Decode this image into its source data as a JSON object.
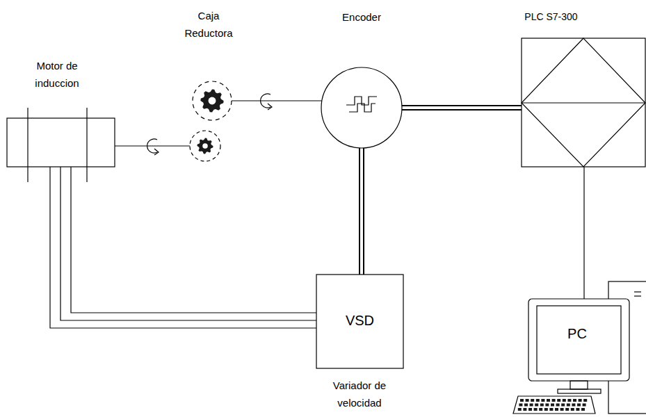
{
  "diagram": {
    "nodes": [
      {
        "text": [
          "Motor de induccion"
        ]
      },
      {
        "text": [
          "Caja Reductora"
        ]
      },
      {
        "text": [
          "Encoder"
        ]
      },
      {
        "text": [
          "PLC S7-300"
        ]
      },
      {
        "text": [
          "VSD",
          "Variador de velocidad"
        ]
      },
      {
        "text": [
          "PC"
        ]
      }
    ],
    "edges": [
      {
        "from": 0,
        "to": 1,
        "arrow": "none"
      },
      {
        "from": 1,
        "to": 2,
        "arrow": "none"
      },
      {
        "from": 2,
        "to": 3,
        "arrow": "none"
      },
      {
        "from": 2,
        "to": 4,
        "arrow": "none"
      },
      {
        "from": 0,
        "to": 4,
        "arrow": "none"
      },
      {
        "from": 3,
        "to": 5,
        "arrow": "none"
      }
    ]
  }
}
